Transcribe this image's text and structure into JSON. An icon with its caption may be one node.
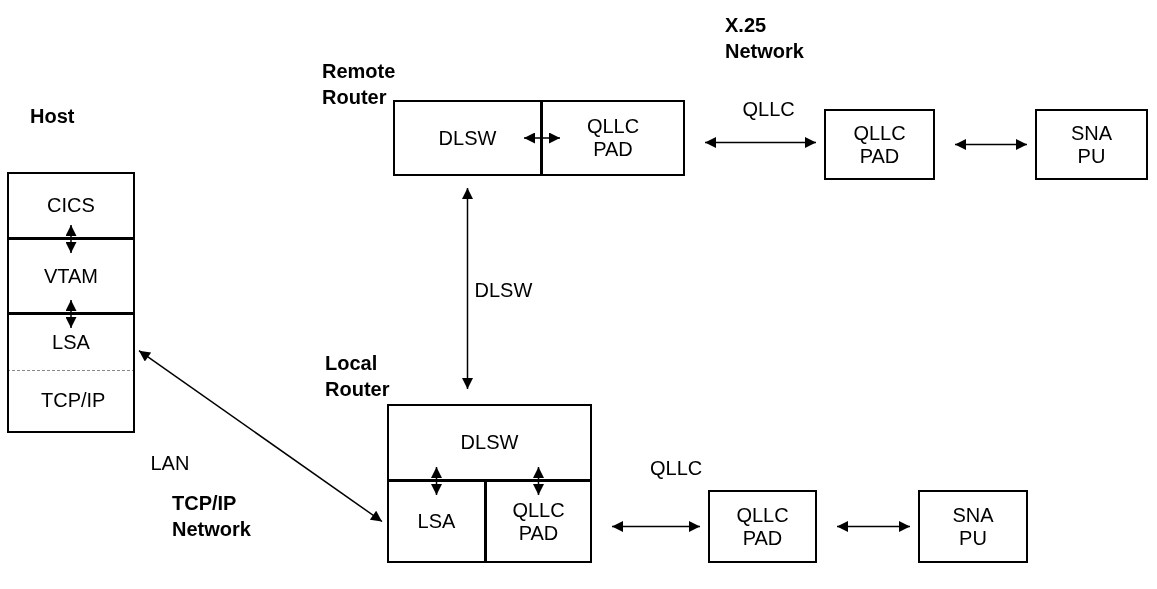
{
  "diagram": {
    "nodes": [
      {
        "text": [
          "CICS"
        ]
      },
      {
        "text": [
          "VTAM"
        ]
      },
      {
        "text": [
          "LSA"
        ]
      },
      {
        "text": [
          "TCP/IP"
        ]
      },
      {
        "text": [
          "DLSW"
        ]
      },
      {
        "text": [
          "QLLC PAD"
        ]
      },
      {
        "text": [
          "QLLC PAD"
        ]
      },
      {
        "text": [
          "SNA PU"
        ]
      },
      {
        "text": [
          "DLSW"
        ]
      },
      {
        "text": [
          "LSA"
        ]
      },
      {
        "text": [
          "QLLC PAD"
        ]
      },
      {
        "text": [
          "QLLC PAD"
        ]
      },
      {
        "text": [
          "SNA PU"
        ]
      }
    ],
    "edges": [
      {
        "from": 0,
        "to": 1,
        "arrow": "both"
      },
      {
        "from": 1,
        "to": 2,
        "arrow": "both"
      },
      {
        "from": 4,
        "to": 5,
        "arrow": "both"
      },
      {
        "from": 5,
        "to": 6,
        "arrow": "both",
        "label": "QLLC"
      },
      {
        "from": 6,
        "to": 7,
        "arrow": "both"
      },
      {
        "from": 4,
        "to": 8,
        "arrow": "both",
        "label": "DLSW"
      },
      {
        "from": 8,
        "to": 9,
        "arrow": "both"
      },
      {
        "from": 8,
        "to": 10,
        "arrow": "both"
      },
      {
        "from": 10,
        "to": 11,
        "arrow": "both",
        "label": "QLLC"
      },
      {
        "from": 11,
        "to": 12,
        "arrow": "both"
      },
      {
        "from": 2,
        "to": 9,
        "arrow": "both",
        "label": "LAN"
      }
    ],
    "labels": [
      "X.25 Network",
      "Remote Router",
      "Host",
      "Local Router",
      "TCP/IP Network"
    ]
  }
}
